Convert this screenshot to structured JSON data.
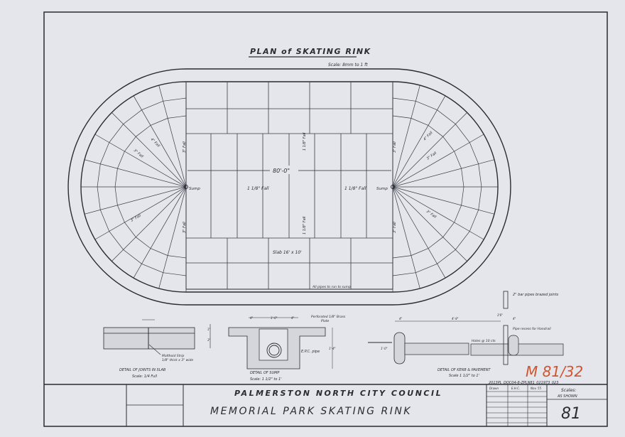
{
  "plan": {
    "title": "PLAN of SKATING RINK",
    "scale": "Scale: 8mm to 1 ft",
    "dimension_length": "80'-0\"",
    "sump_left": "Sump",
    "sump_right": "Sump",
    "fall_left": "1 1/8\" Fall",
    "fall_right": "1 1/8\" Fall",
    "fall_top": "1 1/8\" Fall",
    "fall_bottom": "1 1/8\" Fall",
    "fall_side_1": "3\" Fall",
    "fall_side_2": "3\" Fall",
    "fall_side_3": "3\" Fall",
    "fall_side_4": "3\" Fall",
    "fall_curve_1": "3\" Fall",
    "fall_curve_2": "4\" Fall",
    "fall_curve_3": "3\" Fall",
    "fall_curve_4": "4\" Fall",
    "fall_curve_5": "3\" Fall",
    "fall_curve_6": "3\" Fall",
    "slab": "Slab 16' x 10'",
    "pipe_note": "All pipes to run to sump"
  },
  "details": {
    "joints_title": "DETAIL OF JOINTS IN SLAB",
    "joints_scale": "Scale: 1/4 Full",
    "joints_note_1": "Malthoid Strip",
    "joints_note_2": "1/8\" thick x 3\" wide",
    "joints_dim_1": "1\"",
    "joints_dim_2": "3\"",
    "sump_title": "DETAIL OF SUMP",
    "sump_scale": "Scale: 1 1/2\" to 1'",
    "sump_note_1": "Perforated 1/8\" Brass",
    "sump_note_2": "Plate",
    "sump_pipe": "E.P.C. pipe",
    "sump_dim_1": "4\"",
    "sump_dim_2": "1'-0\"",
    "sump_dim_3": "4\"",
    "sump_dim_4": "1'-4\"",
    "kerb_title": "DETAIL OF KERB & PAVEMENT",
    "kerb_scale": "Scale 1 1/2\" to 1'",
    "kerb_note_pipe": "2\" bar pipes brazed joints",
    "kerb_note_recess": "Pipe recess for Handrail",
    "kerb_note_holes": "Holes @ 10 cts",
    "kerb_dim_1": "4\"",
    "kerb_dim_2": "4'-8\"",
    "kerb_dim_3": "4\"",
    "kerb_dim_4": "1'-0\"",
    "kerb_dim_5": "3'6\""
  },
  "stamp": {
    "ref": "M 81/32",
    "catalogue": "2013PL_DOC04-8-ZPLN81_021973_023"
  },
  "title_block": {
    "council": "PALMERSTON NORTH CITY COUNCIL",
    "project": "MEMORIAL PARK SKATING RINK",
    "drawn_label": "Drawn",
    "drawn_by": "E.H.C.",
    "date": "Nov. 55",
    "scales_label": "Scales:",
    "scales_value": "AS SHOWN",
    "sheet_number": "81"
  },
  "colors": {
    "paper": "#e4e6ec",
    "ink": "#2a2c33",
    "stamp": "#d0552e"
  }
}
